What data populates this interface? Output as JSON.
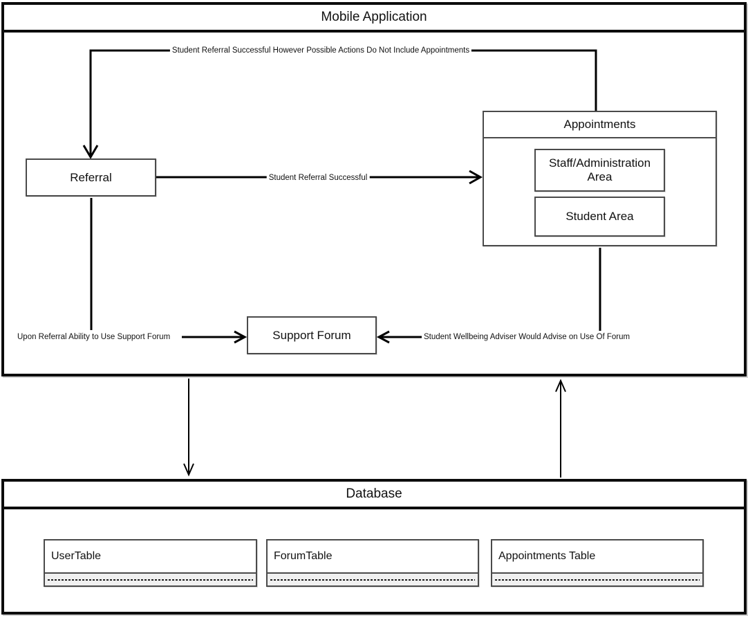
{
  "mobile_application": {
    "title": "Mobile Application",
    "nodes": {
      "referral": {
        "label": "Referral"
      },
      "support_forum": {
        "label": "Support Forum"
      },
      "appointments": {
        "title": "Appointments",
        "children": [
          {
            "label": "Staff/Administration Area"
          },
          {
            "label": "Student Area"
          }
        ]
      }
    },
    "edges": [
      {
        "from": "appointments",
        "to": "referral",
        "label": "Student Referral Successful However Possible Actions Do Not Include Appointments"
      },
      {
        "from": "referral",
        "to": "appointments",
        "label": "Student Referral Successful"
      },
      {
        "from": "referral",
        "to": "support_forum",
        "label": "Upon Referral Ability to Use Support Forum"
      },
      {
        "from": "appointments",
        "to": "support_forum",
        "label": "Student Wellbeing Adviser Would Advise on Use Of Forum"
      }
    ]
  },
  "database": {
    "title": "Database",
    "tables": [
      {
        "name": "UserTable"
      },
      {
        "name": "ForumTable"
      },
      {
        "name": "Appointments Table"
      }
    ]
  },
  "connectors": {
    "app_to_db": "mobile-application-to-database",
    "db_to_app": "database-to-mobile-application"
  },
  "colors": {
    "line": "#000000",
    "outer_border": "#0c0c0c",
    "inner_border": "#4a4a4a",
    "empty_row_bg": "#f0f0f0"
  }
}
